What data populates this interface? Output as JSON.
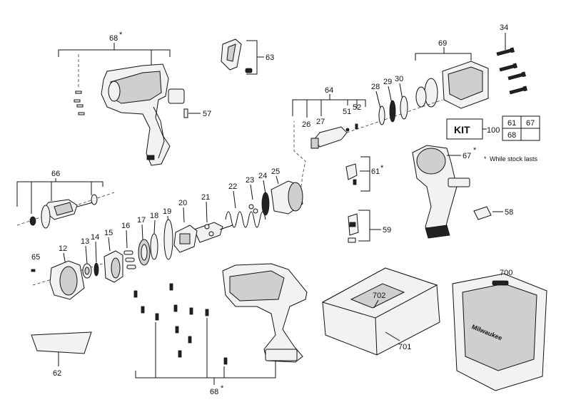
{
  "labels": {
    "l68_top": "68",
    "l68_star_top": "*",
    "l63": "63",
    "l57": "57",
    "l34": "34",
    "l69": "69",
    "l64": "64",
    "l28": "28",
    "l29": "29",
    "l30": "30",
    "l26": "26",
    "l27": "27",
    "l51": "51",
    "l52": "52",
    "l66": "66",
    "l22": "22",
    "l23": "23",
    "l24": "24",
    "l25": "25",
    "l21": "21",
    "l20": "20",
    "l19": "19",
    "l18": "18",
    "l17": "17",
    "l16": "16",
    "l15": "15",
    "l14": "14",
    "l13": "13",
    "l12": "12",
    "l65": "65",
    "l61": "61",
    "l61_star": "*",
    "l59": "59",
    "l67": "67",
    "l67_star": "*",
    "l58": "58",
    "l62": "62",
    "l68_bottom": "68",
    "l68_star_bottom": "*",
    "l700": "700",
    "l701": "701",
    "l702": "702"
  },
  "kit_table": {
    "title": "KIT",
    "code": "100",
    "cells": [
      "61",
      "67",
      "68"
    ]
  },
  "note": {
    "star": "*",
    "text": "While stock lasts"
  },
  "case_logo": "Milwaukee"
}
